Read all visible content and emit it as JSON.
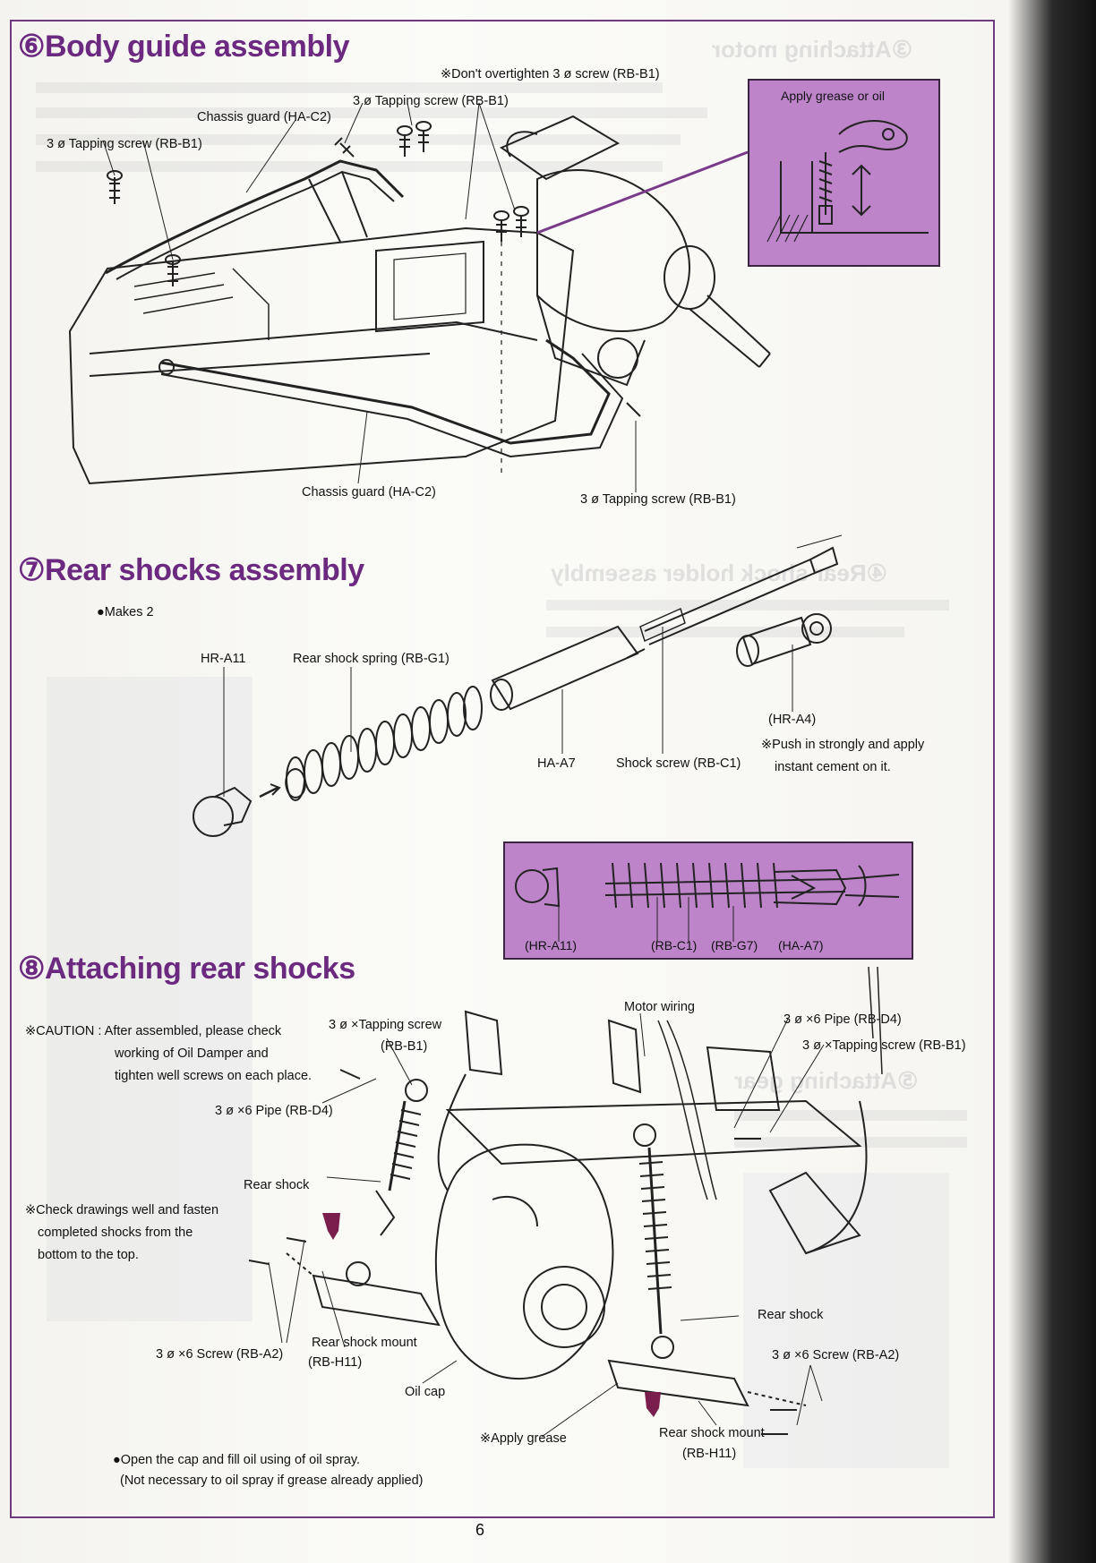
{
  "page_number": "6",
  "bleed": {
    "h1": "③Attaching motor",
    "h2": "④Rear shock holder assembly",
    "h3": "⑤Attaching gear"
  },
  "sections": {
    "s6": {
      "title": "⑥Body guide assembly",
      "labels": {
        "dont_overtighten": "※Don't overtighten 3 ø screw (RB-B1)",
        "tapping_top": "3 ø Tapping screw (RB-B1)",
        "chassis_guard_upper": "Chassis guard (HA-C2)",
        "tapping_left": "3 ø Tapping screw (RB-B1)",
        "chassis_guard_lower": "Chassis guard (HA-C2)",
        "tapping_bottom": "3 ø Tapping screw (RB-B1)"
      },
      "callout": "Apply grease or oil"
    },
    "s7": {
      "title": "⑦Rear shocks assembly",
      "makes": "●Makes 2",
      "labels": {
        "hr_a11": "HR-A11",
        "spring": "Rear shock spring (RB-G1)",
        "ha_a7": "HA-A7",
        "shock_screw": "Shock screw (RB-C1)",
        "hr_a4": "(HR-A4)",
        "push_in_1": "※Push in strongly and apply",
        "push_in_2": "instant cement on it."
      },
      "callout": {
        "hr_a11": "(HR-A11)",
        "rb_c1": "(RB-C1)",
        "rb_g7": "(RB-G7)",
        "ha_a7": "(HA-A7)"
      }
    },
    "s8": {
      "title": "⑧Attaching rear shocks",
      "caution": {
        "line1": "※CAUTION : After assembled, please check",
        "line2": "working of Oil Damper and",
        "line3": "tighten well screws on each place."
      },
      "check": {
        "line1": "※Check drawings well and fasten",
        "line2": "completed shocks from the",
        "line3": "bottom to the top."
      },
      "labels": {
        "tapping_left": "3 ø ×Tapping screw",
        "rb_b1_left": "(RB-B1)",
        "pipe_left": "3 ø ×6 Pipe (RB-D4)",
        "motor_wiring": "Motor wiring",
        "pipe_right": "3 ø ×6 Pipe (RB-D4)",
        "tapping_right": "3 ø ×Tapping screw (RB-B1)",
        "rear_shock_left": "Rear shock",
        "rear_shock_right": "Rear shock",
        "screw_left": "3 ø ×6 Screw (RB-A2)",
        "mount_left": "Rear shock mount",
        "mount_left_code": "(RB-H11)",
        "oil_cap": "Oil cap",
        "screw_right": "3 ø ×6 Screw (RB-A2)",
        "apply_grease": "※Apply grease",
        "mount_right": "Rear shock mount",
        "mount_right_code": "(RB-H11)"
      },
      "oil_note": {
        "line1": "●Open the cap and fill oil using of oil spray.",
        "line2": "(Not necessary to oil spray if grease already applied)"
      }
    }
  }
}
